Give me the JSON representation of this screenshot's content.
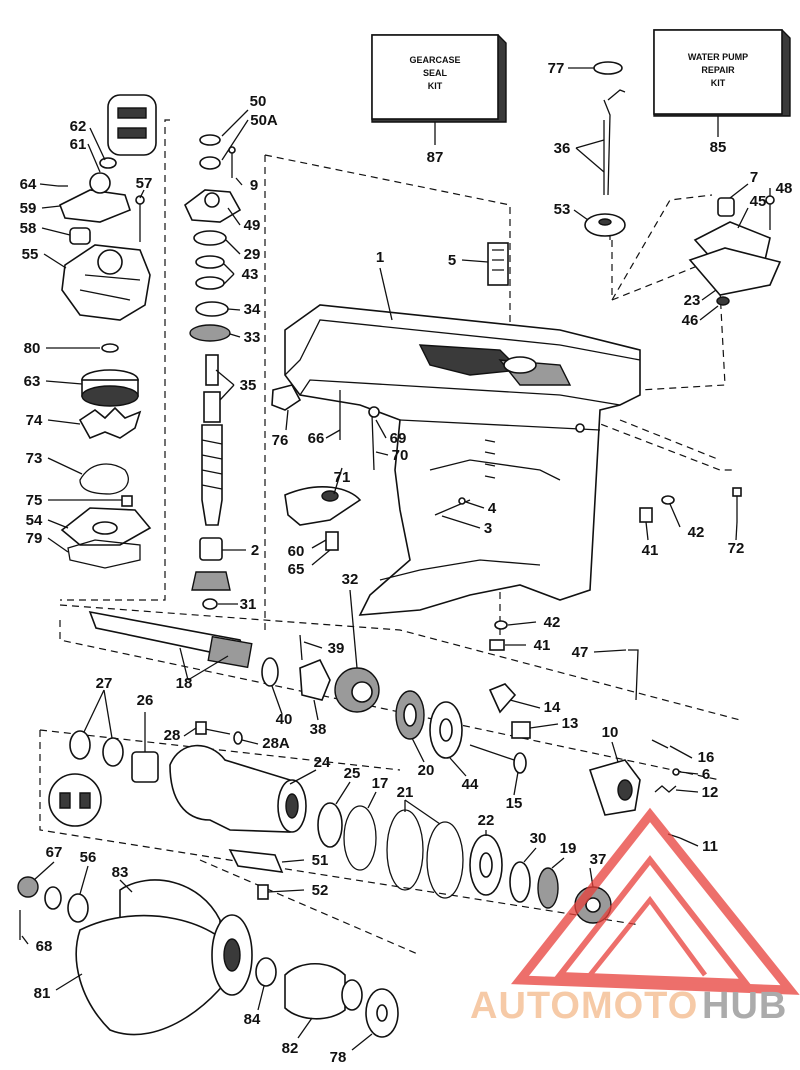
{
  "kits": {
    "gearcase_seal": {
      "line1": "GEARCASE",
      "line2": "SEAL",
      "line3": "KIT",
      "ref": "87"
    },
    "water_pump": {
      "line1": "WATER PUMP",
      "line2": "REPAIR",
      "line3": "KIT",
      "ref": "85"
    }
  },
  "callouts": {
    "c1": "1",
    "c2": "2",
    "c3": "3",
    "c4": "4",
    "c5": "5",
    "c6": "6",
    "c7": "7",
    "c9": "9",
    "c10": "10",
    "c11": "11",
    "c12": "12",
    "c13": "13",
    "c14": "14",
    "c15": "15",
    "c16": "16",
    "c17": "17",
    "c18": "18",
    "c19": "19",
    "c20": "20",
    "c21": "21",
    "c22": "22",
    "c23": "23",
    "c24": "24",
    "c25": "25",
    "c26": "26",
    "c27": "27",
    "c28": "28",
    "c28a": "28A",
    "c29": "29",
    "c30": "30",
    "c31": "31",
    "c32": "32",
    "c33": "33",
    "c34": "34",
    "c35": "35",
    "c36": "36",
    "c37": "37",
    "c38": "38",
    "c39": "39",
    "c40": "40",
    "c41a": "41",
    "c41b": "41",
    "c42a": "42",
    "c42b": "42",
    "c43": "43",
    "c44": "44",
    "c45": "45",
    "c46": "46",
    "c47": "47",
    "c48": "48",
    "c49": "49",
    "c50": "50",
    "c50a": "50A",
    "c51": "51",
    "c52": "52",
    "c53": "53",
    "c54": "54",
    "c55": "55",
    "c56": "56",
    "c57": "57",
    "c58": "58",
    "c59": "59",
    "c60": "60",
    "c61": "61",
    "c62": "62",
    "c63": "63",
    "c64": "64",
    "c65": "65",
    "c66": "66",
    "c67": "67",
    "c68": "68",
    "c69": "69",
    "c70": "70",
    "c71": "71",
    "c72": "72",
    "c73": "73",
    "c74": "74",
    "c75": "75",
    "c76": "76",
    "c77": "77",
    "c78": "78",
    "c79": "79",
    "c80": "80",
    "c81": "81",
    "c82": "82",
    "c83": "83",
    "c84": "84"
  },
  "watermark": {
    "part1": "AUTOMOTO",
    "part2": "HUB",
    "color_primary": "#f3b98a",
    "color_secondary": "#8f8f8f",
    "logo_color": "#e8403a"
  }
}
